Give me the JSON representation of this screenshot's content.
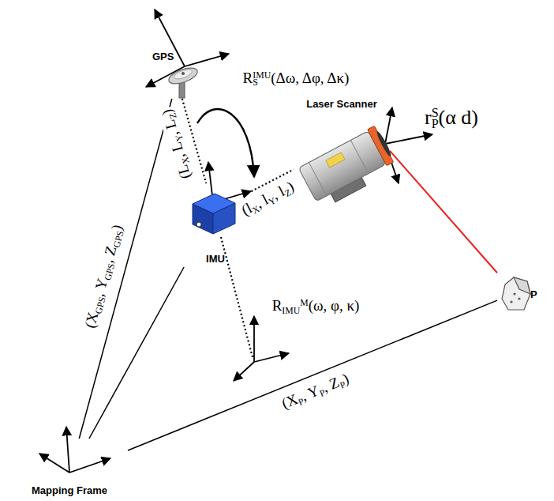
{
  "diagram": {
    "nodes": [
      {
        "text": [
          "GPS"
        ]
      },
      {
        "text": [
          "Laser Scanner"
        ]
      },
      {
        "text": [
          "IMU"
        ]
      },
      {
        "text": [
          "P"
        ]
      },
      {
        "text": [
          "Mapping Frame"
        ]
      }
    ],
    "edges": [
      {
        "from": 0,
        "to": 2,
        "arrow": "none",
        "label": "(LX, LY, LZ)"
      },
      {
        "from": 2,
        "to": 1,
        "arrow": "none",
        "label": "(lX, lY, lZ)"
      },
      {
        "from": 1,
        "to": 3,
        "arrow": "none",
        "label": "rPS(α d)"
      },
      {
        "from": 4,
        "to": 0,
        "arrow": "none",
        "label": "(XGPS, YGPS, ZGPS)"
      },
      {
        "from": 4,
        "to": 3,
        "arrow": "none",
        "label": "(XP, YP, ZP)"
      },
      {
        "from": 4,
        "to": 2,
        "arrow": "none"
      }
    ],
    "labels": [
      "RSIMU(Δω, Δφ, Δκ)",
      "RIMUM(ω, φ, κ)"
    ]
  }
}
